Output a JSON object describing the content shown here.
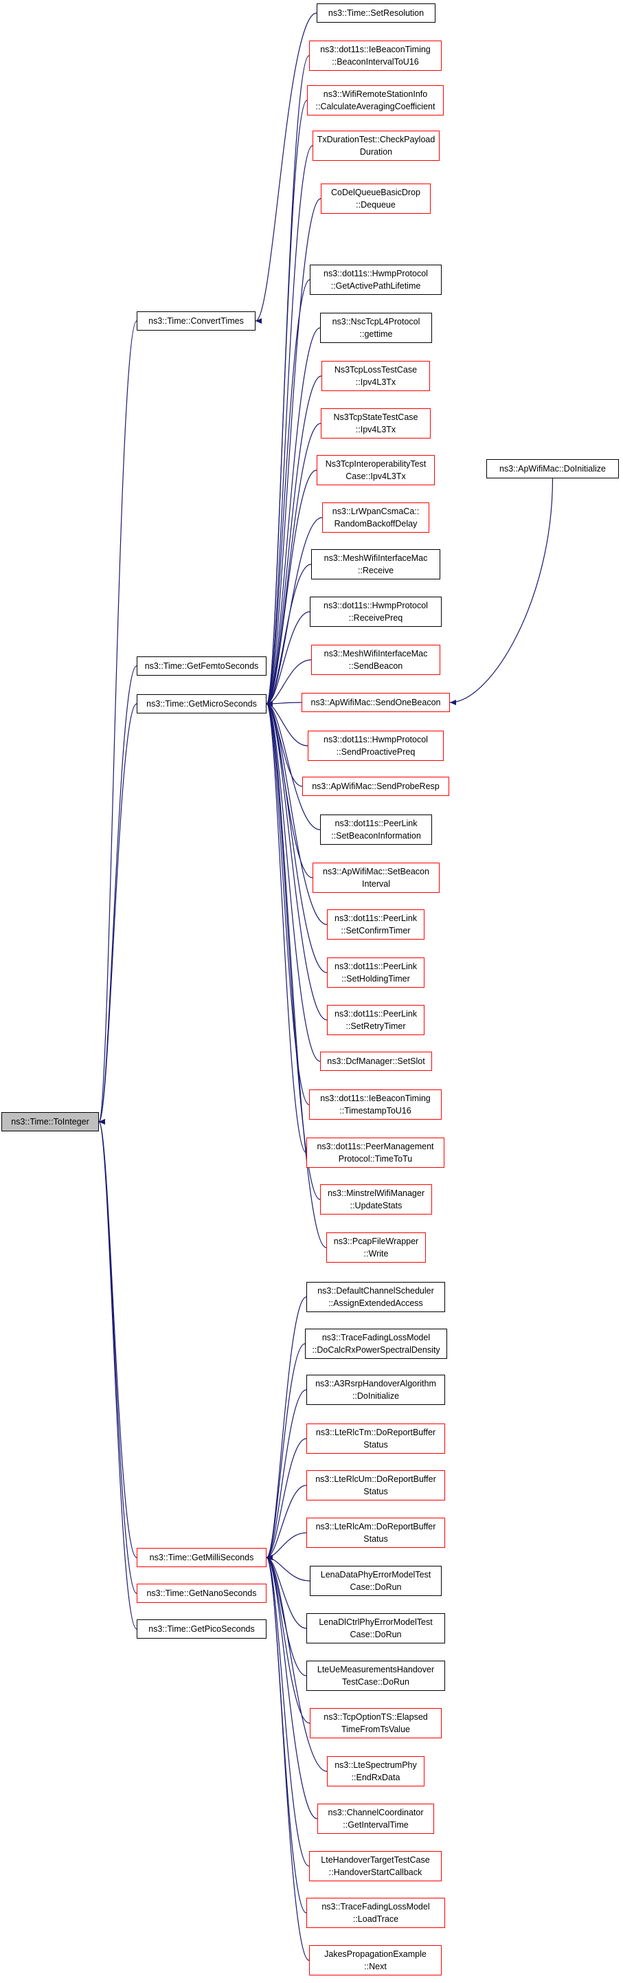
{
  "colors": {
    "edge": "#191970",
    "border_linked": "#000000",
    "border_unlinked": "#ff0000",
    "root_fill": "#bfbfbf"
  },
  "root": {
    "id": "root",
    "label": "ns3::Time::ToInteger"
  },
  "nodes": [
    {
      "id": "convertTimes",
      "label": "ns3::Time::ConvertTimes",
      "red": false
    },
    {
      "id": "getFemto",
      "label": "ns3::Time::GetFemtoSeconds",
      "red": false
    },
    {
      "id": "getMicro",
      "label": "ns3::Time::GetMicroSeconds",
      "red": false
    },
    {
      "id": "getMilli",
      "label": "ns3::Time::GetMilliSeconds",
      "red": true
    },
    {
      "id": "getNano",
      "label": "ns3::Time::GetNanoSeconds",
      "red": true
    },
    {
      "id": "getPico",
      "label": "ns3::Time::GetPicoSeconds",
      "red": false
    },
    {
      "id": "setResolution",
      "label": "ns3::Time::SetResolution",
      "red": false
    },
    {
      "id": "beaconInterval",
      "label": "ns3::dot11s::IeBeaconTiming\n::BeaconIntervalToU16",
      "red": true
    },
    {
      "id": "calcAvg",
      "label": "ns3::WifiRemoteStationInfo\n::CalculateAveragingCoefficient",
      "red": true
    },
    {
      "id": "txDuration",
      "label": "TxDurationTest::CheckPayload\nDuration",
      "red": true
    },
    {
      "id": "codelDequeue",
      "label": "CoDelQueueBasicDrop\n::Dequeue",
      "red": true
    },
    {
      "id": "hwmpActive",
      "label": "ns3::dot11s::HwmpProtocol\n::GetActivePathLifetime",
      "red": false
    },
    {
      "id": "nscGettime",
      "label": "ns3::NscTcpL4Protocol\n::gettime",
      "red": false
    },
    {
      "id": "tcpLoss",
      "label": "Ns3TcpLossTestCase\n::Ipv4L3Tx",
      "red": true
    },
    {
      "id": "tcpState",
      "label": "Ns3TcpStateTestCase\n::Ipv4L3Tx",
      "red": true
    },
    {
      "id": "tcpInterop",
      "label": "Ns3TcpInteroperabilityTest\nCase::Ipv4L3Tx",
      "red": true
    },
    {
      "id": "lrwpan",
      "label": "ns3::LrWpanCsmaCa::\nRandomBackoffDelay",
      "red": true
    },
    {
      "id": "meshReceive",
      "label": "ns3::MeshWifiInterfaceMac\n::Receive",
      "red": false
    },
    {
      "id": "hwmpPreq",
      "label": "ns3::dot11s::HwmpProtocol\n::ReceivePreq",
      "red": false
    },
    {
      "id": "meshSendBeacon",
      "label": "ns3::MeshWifiInterfaceMac\n::SendBeacon",
      "red": true
    },
    {
      "id": "apSendOneBeacon",
      "label": "ns3::ApWifiMac::SendOneBeacon",
      "red": true
    },
    {
      "id": "apDoInit",
      "label": "ns3::ApWifiMac::DoInitialize",
      "red": false
    },
    {
      "id": "hwmpProactive",
      "label": "ns3::dot11s::HwmpProtocol\n::SendProactivePreq",
      "red": true
    },
    {
      "id": "apProbeResp",
      "label": "ns3::ApWifiMac::SendProbeResp",
      "red": true
    },
    {
      "id": "peerSetBeacon",
      "label": "ns3::dot11s::PeerLink\n::SetBeaconInformation",
      "red": false
    },
    {
      "id": "apSetBeacon",
      "label": "ns3::ApWifiMac::SetBeacon\nInterval",
      "red": true
    },
    {
      "id": "peerConfirm",
      "label": "ns3::dot11s::PeerLink\n::SetConfirmTimer",
      "red": true
    },
    {
      "id": "peerHolding",
      "label": "ns3::dot11s::PeerLink\n::SetHoldingTimer",
      "red": true
    },
    {
      "id": "peerRetry",
      "label": "ns3::dot11s::PeerLink\n::SetRetryTimer",
      "red": true
    },
    {
      "id": "dcfSetSlot",
      "label": "ns3::DcfManager::SetSlot",
      "red": true
    },
    {
      "id": "timestamp",
      "label": "ns3::dot11s::IeBeaconTiming\n::TimestampToU16",
      "red": true
    },
    {
      "id": "peerMgmt",
      "label": "ns3::dot11s::PeerManagement\nProtocol::TimeToTu",
      "red": true
    },
    {
      "id": "minstrel",
      "label": "ns3::MinstrelWifiManager\n::UpdateStats",
      "red": true
    },
    {
      "id": "pcapWrite",
      "label": "ns3::PcapFileWrapper\n::Write",
      "red": true
    },
    {
      "id": "defaultChan",
      "label": "ns3::DefaultChannelScheduler\n::AssignExtendedAccess",
      "red": false
    },
    {
      "id": "traceFadingDo",
      "label": "ns3::TraceFadingLossModel\n::DoCalcRxPowerSpectralDensity",
      "red": false
    },
    {
      "id": "a3rsrp",
      "label": "ns3::A3RsrpHandoverAlgorithm\n::DoInitialize",
      "red": false
    },
    {
      "id": "rlcTm",
      "label": "ns3::LteRlcTm::DoReportBuffer\nStatus",
      "red": true
    },
    {
      "id": "rlcUm",
      "label": "ns3::LteRlcUm::DoReportBuffer\nStatus",
      "red": true
    },
    {
      "id": "rlcAm",
      "label": "ns3::LteRlcAm::DoReportBuffer\nStatus",
      "red": true
    },
    {
      "id": "lenaData",
      "label": "LenaDataPhyErrorModelTest\nCase::DoRun",
      "red": false
    },
    {
      "id": "lenaDlCtrl",
      "label": "LenaDlCtrlPhyErrorModelTest\nCase::DoRun",
      "red": false
    },
    {
      "id": "lteUeMeas",
      "label": "LteUeMeasurementsHandover\nTestCase::DoRun",
      "red": false
    },
    {
      "id": "tcpOption",
      "label": "ns3::TcpOptionTS::Elapsed\nTimeFromTsValue",
      "red": true
    },
    {
      "id": "lteSpectrum",
      "label": "ns3::LteSpectrumPhy\n::EndRxData",
      "red": true
    },
    {
      "id": "channelCoord",
      "label": "ns3::ChannelCoordinator\n::GetIntervalTime",
      "red": true
    },
    {
      "id": "lteHandover",
      "label": "LteHandoverTargetTestCase\n::HandoverStartCallback",
      "red": true
    },
    {
      "id": "traceFadingLoad",
      "label": "ns3::TraceFadingLossModel\n::LoadTrace",
      "red": true
    },
    {
      "id": "jakes",
      "label": "JakesPropagationExample\n::Next",
      "red": true
    }
  ]
}
